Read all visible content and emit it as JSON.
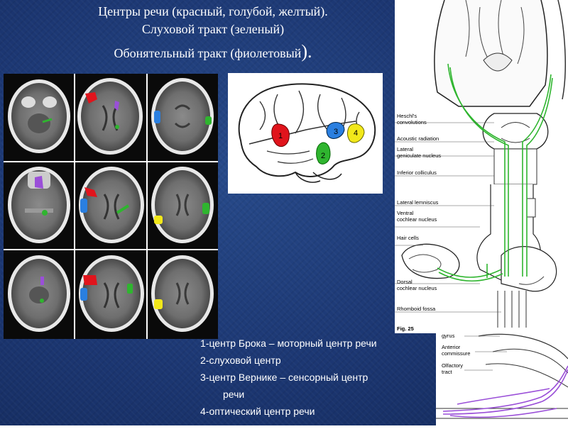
{
  "title": {
    "line1": "Центры речи (красный, голубой, желтый).",
    "line2": "Слуховой тракт (зеленый)",
    "line3_text": "Обонятельный тракт (фиолетовый",
    "line3_suffix": ")."
  },
  "brain_labels": [
    "1",
    "2",
    "3",
    "4"
  ],
  "pathway_labels": {
    "heschl": "Heschl's",
    "heschl2": "convolutions",
    "acoustic": "Acoustic radiation",
    "lateral1": "Lateral",
    "lateral2": "geniculate nucleus",
    "inferior": "Inferior colliculus",
    "lemniscus": "Lateral lemniscus",
    "ventral1": "Ventral",
    "ventral2": "cochlear nucleus",
    "hair": "Hair cells",
    "dorsal1": "Dorsal",
    "dorsal2": "cochlear nucleus",
    "rhomboid": "Rhomboid fossa",
    "fig": "Fig. 25"
  },
  "olfactory_labels": {
    "gyrus": "gyrus",
    "anterior1": "Anterior",
    "anterior2": "commissure",
    "olfactory1": "Olfactory",
    "olfactory2": "tract"
  },
  "legend": {
    "item1": "1-центр Брока – моторный центр речи",
    "item2": "2-слуховой центр",
    "item3a": "3-центр Вернике – сенсорный центр",
    "item3b": "речи",
    "item4": "4-оптический центр  речи"
  },
  "colors": {
    "red": "#e0141c",
    "blue": "#2a7fe0",
    "yellow": "#f2e81a",
    "green": "#2fb52f",
    "purple": "#9a4fd8"
  }
}
